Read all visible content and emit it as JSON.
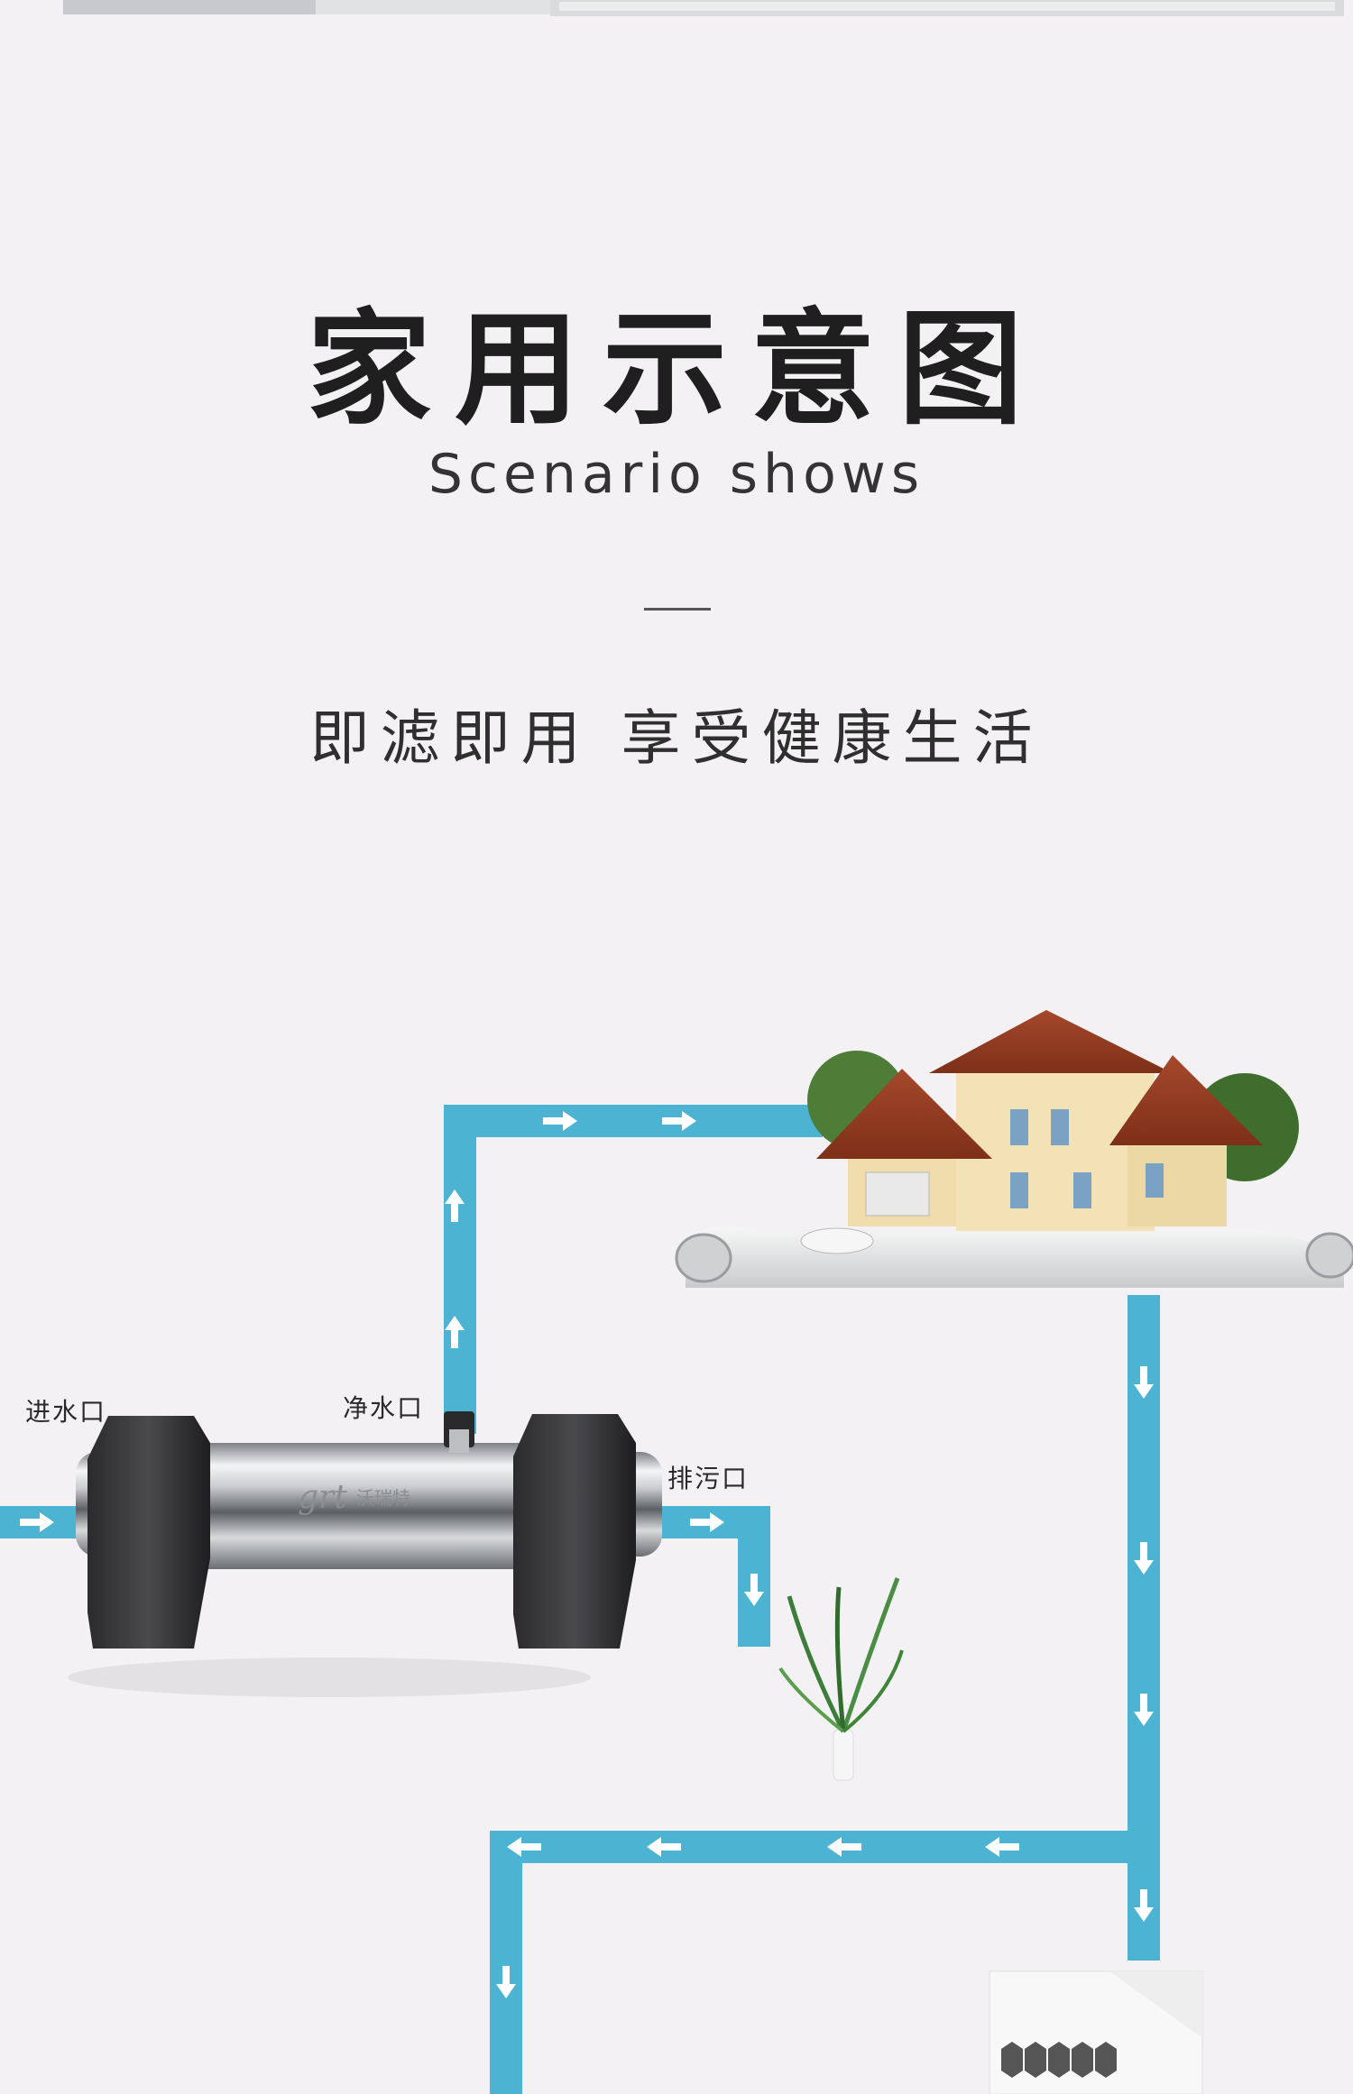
{
  "heading": {
    "title": "家用示意图",
    "subtitle": "Scenario shows",
    "slogan": "即滤即用 享受健康生活"
  },
  "diagram": {
    "inlet_label": "进水口",
    "clean_outlet_label": "净水口",
    "drain_label": "排污口",
    "filter_brand": "grt",
    "filter_brand_cn": "沃瑞特"
  },
  "colors": {
    "background": "#f3f1f3",
    "pipe": "#4db3d3",
    "arrow": "#ffffff",
    "text": "#1f1f1f"
  }
}
